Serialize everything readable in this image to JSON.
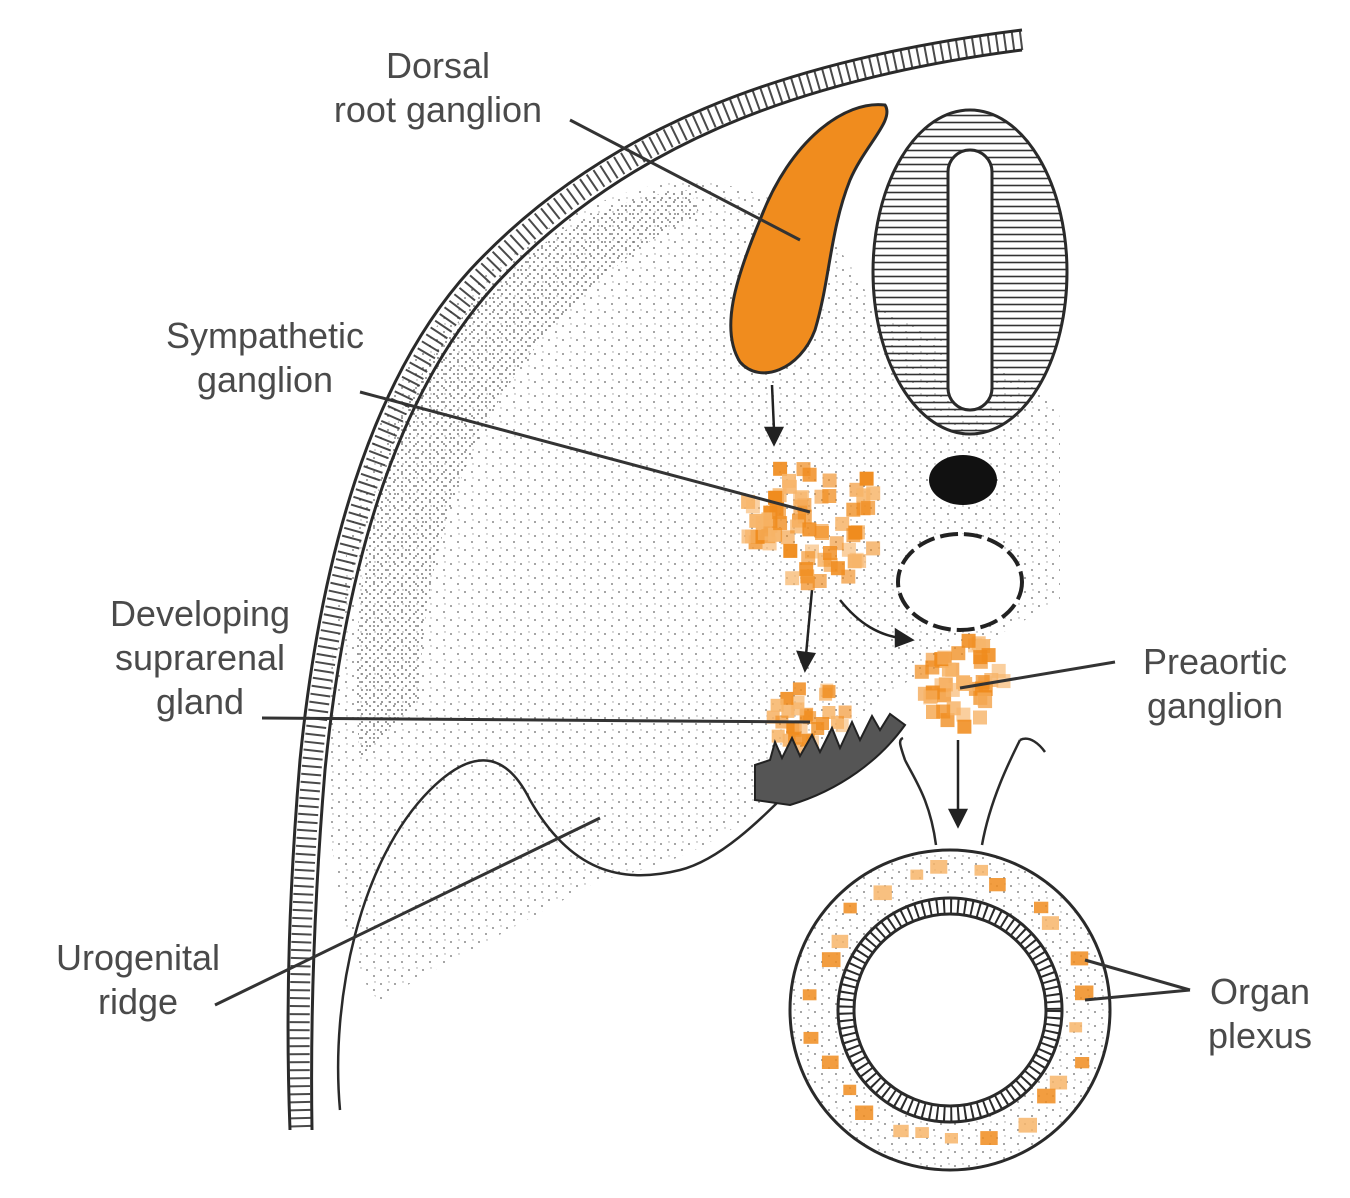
{
  "labels": {
    "dorsal_root_ganglion": [
      "Dorsal",
      "root ganglion"
    ],
    "sympathetic_ganglion": [
      "Sympathetic",
      "ganglion"
    ],
    "developing_suprarenal_gland": [
      "Developing",
      "suprarenal",
      "gland"
    ],
    "urogenital_ridge": [
      "Urogenital",
      "ridge"
    ],
    "preaortic_ganglion": [
      "Preaortic",
      "ganglion"
    ],
    "organ_plexus": [
      "Organ",
      "plexus"
    ]
  },
  "colors": {
    "neural_crest_orange": "#f08c1e",
    "light_orange": "#f7b56a",
    "outline": "#2a2a2a",
    "label_text": "#4a4a4a",
    "leader_line": "#333333"
  }
}
